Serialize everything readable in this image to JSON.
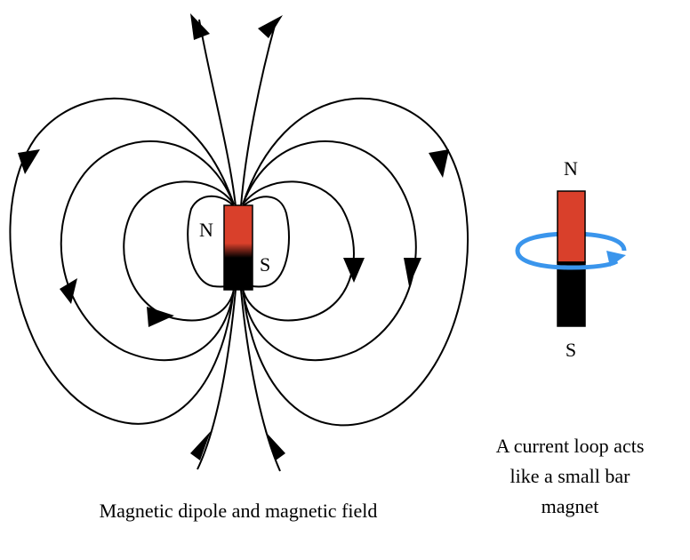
{
  "dipole_diagram": {
    "north_label": "N",
    "south_label": "S",
    "caption": "Magnetic dipole and magnetic field"
  },
  "current_loop_diagram": {
    "north_label": "N",
    "south_label": "S",
    "caption_lines": [
      "A current loop acts",
      "like a small bar",
      "magnet"
    ]
  },
  "colors": {
    "north_pole": "#D9402B",
    "south_pole": "#000000",
    "current_loop": "#3A95EC",
    "field_lines": "#000000"
  }
}
